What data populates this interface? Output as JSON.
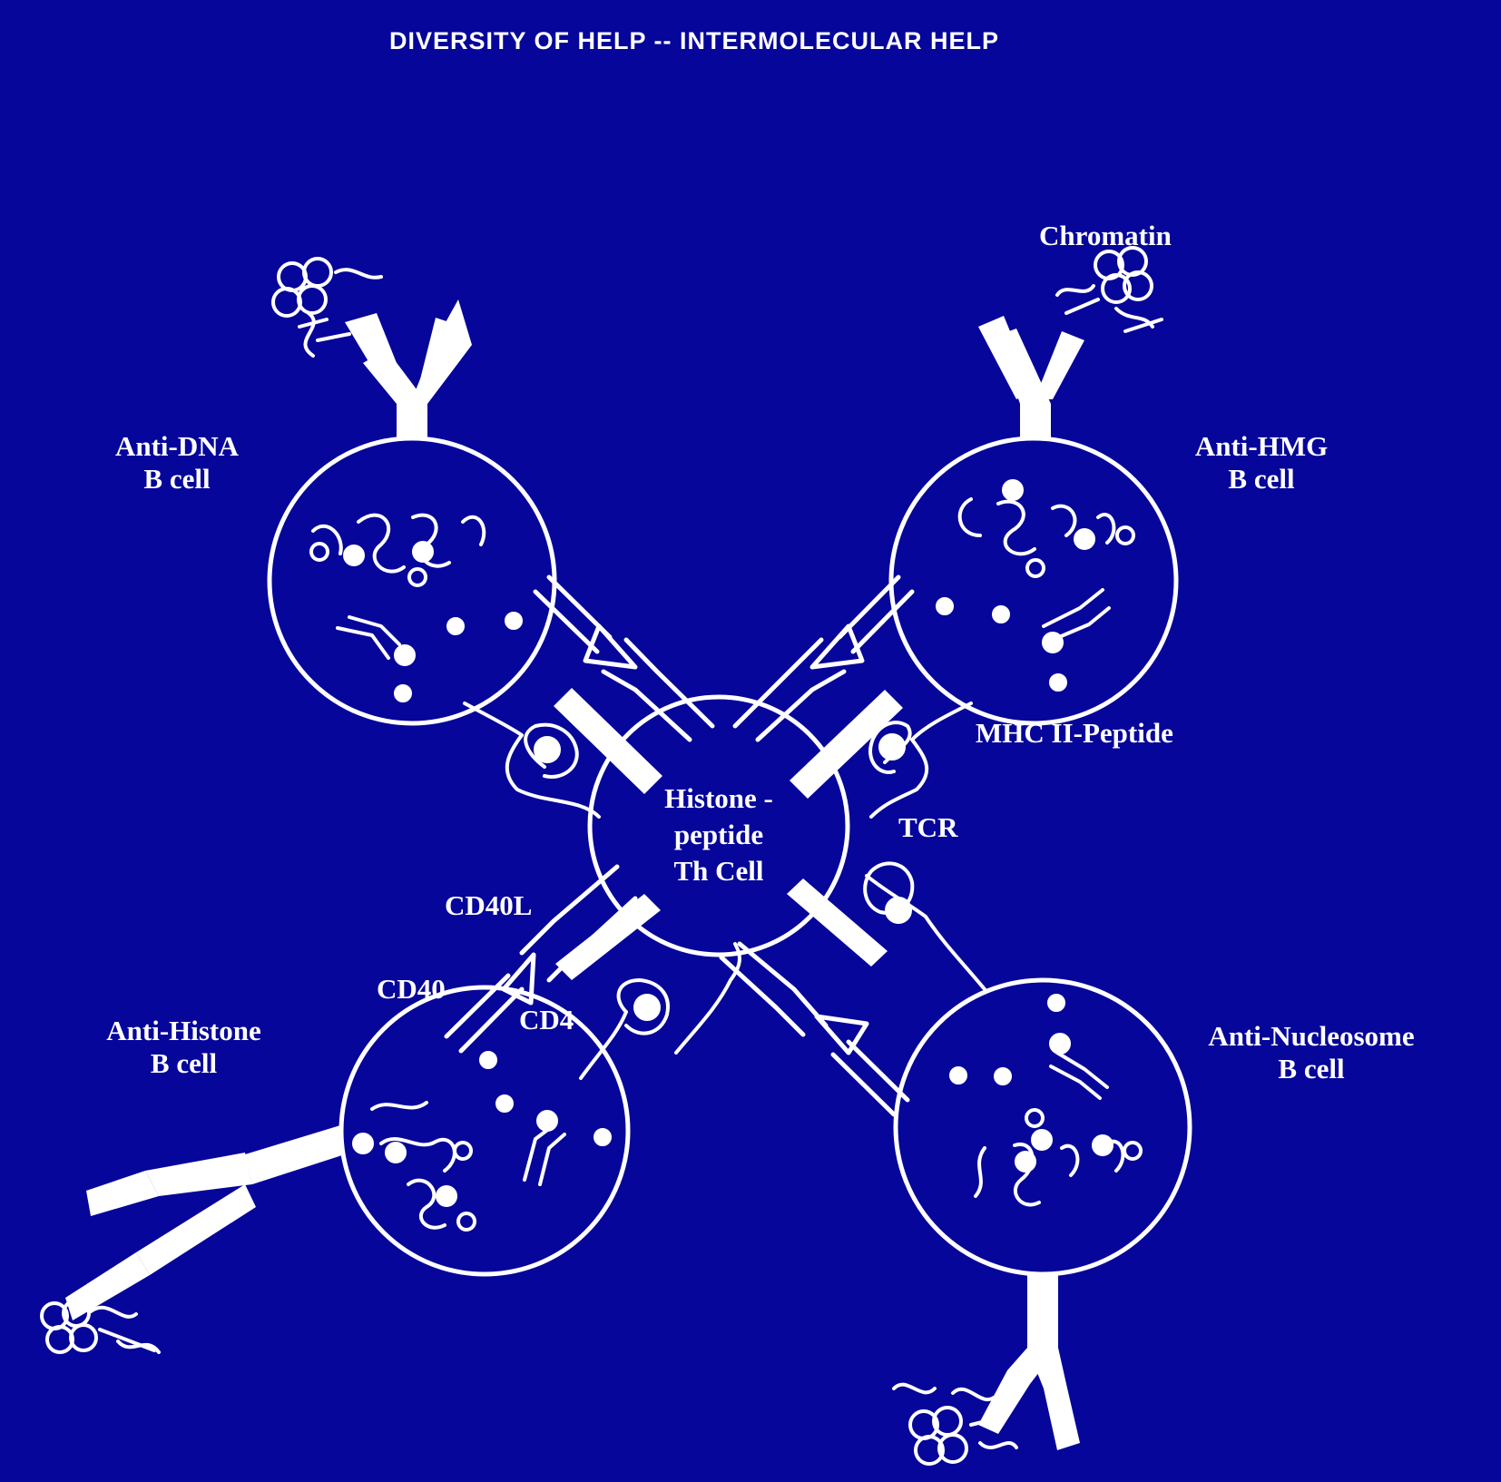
{
  "colors": {
    "background": "#06069a",
    "foreground": "#ffffff"
  },
  "title": "DIVERSITY OF HELP -- INTERMOLECULAR HELP",
  "labels": {
    "chromatin": "Chromatin",
    "anti_dna": [
      "Anti-DNA",
      "B cell"
    ],
    "anti_hmg": [
      "Anti-HMG",
      "B cell"
    ],
    "anti_histone": [
      "Anti-Histone",
      "B cell"
    ],
    "anti_nucleosome": [
      "Anti-Nucleosome",
      "B cell"
    ],
    "mhc_peptide": "MHC II-Peptide",
    "tcr": "TCR",
    "cd40l": "CD40L",
    "cd40": "CD40",
    "cd4": "CD4",
    "th_cell": [
      "Histone -",
      "peptide",
      "Th Cell"
    ]
  }
}
